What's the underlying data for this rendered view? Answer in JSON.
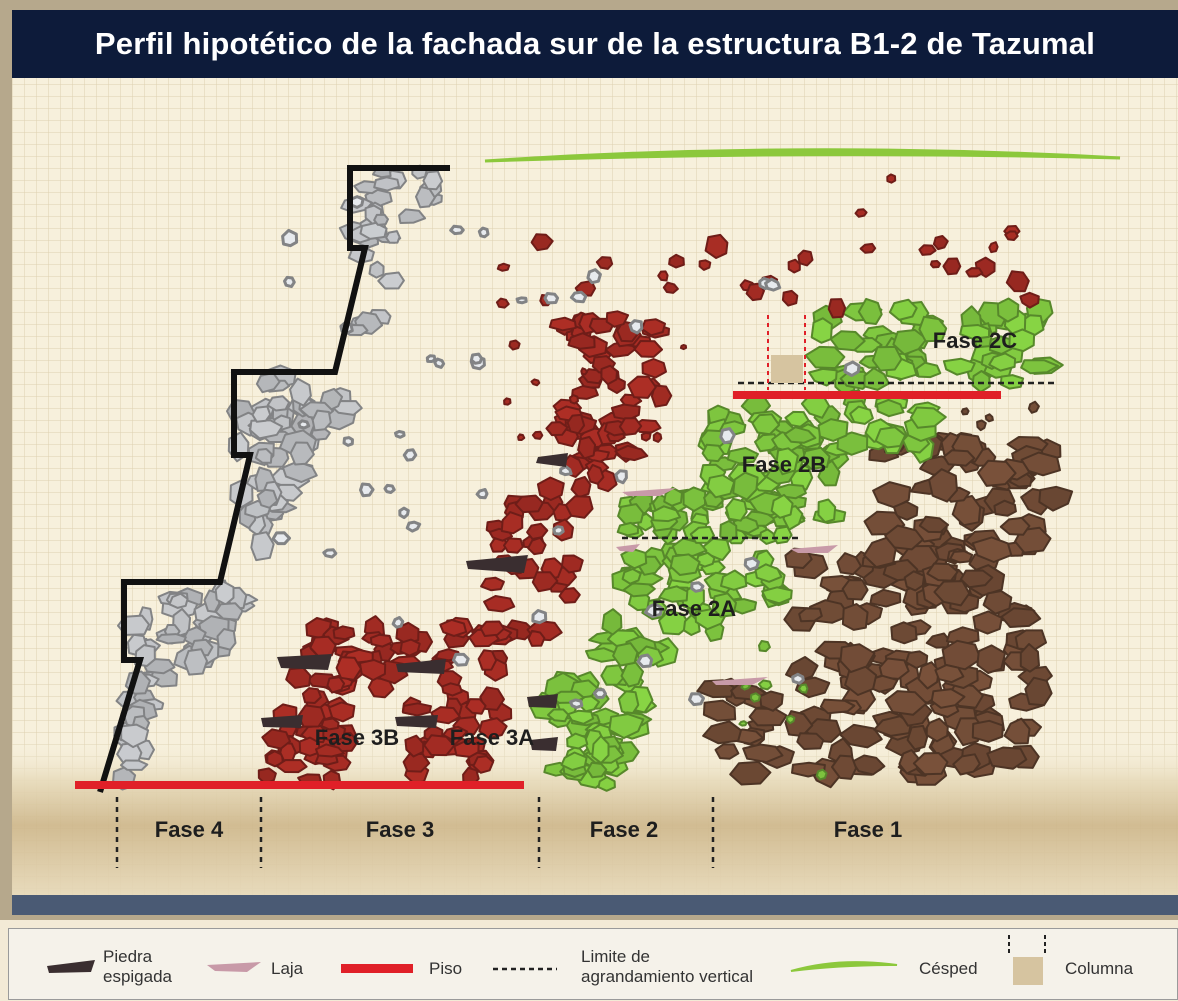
{
  "title": "Perfil hipotético de la fachada sur de la estructura B1-2 de Tazumal",
  "colors": {
    "title_bar": "#0d1b3a",
    "fase4_stone": "#b9bbbe",
    "fase3_stone": "#9e2a22",
    "fase2_stone": "#7cc23e",
    "fase1_stone": "#6e4a35",
    "piso": "#e02028",
    "cesped": "#8cc83c",
    "laja": "#c89aa8",
    "piedra_espigada": "#3a2e30",
    "columna": "#d6c4a0"
  },
  "sublabels": {
    "fase_2c": "Fase 2C",
    "fase_2b": "Fase 2B",
    "fase_2a": "Fase 2A",
    "fase_3b": "Fase 3B",
    "fase_3a": "Fase 3A"
  },
  "phases": [
    {
      "key": "fase4",
      "label": "Fase 4"
    },
    {
      "key": "fase3",
      "label": "Fase 3"
    },
    {
      "key": "fase2",
      "label": "Fase 2"
    },
    {
      "key": "fase1",
      "label": "Fase 1"
    }
  ],
  "legend": {
    "piedra_espigada_line1": "Piedra",
    "piedra_espigada_line2": "espigada",
    "laja": "Laja",
    "piso": "Piso",
    "limite_line1": "Limite de",
    "limite_line2": "agrandamiento vertical",
    "cesped": "Césped",
    "columna": "Columna"
  }
}
